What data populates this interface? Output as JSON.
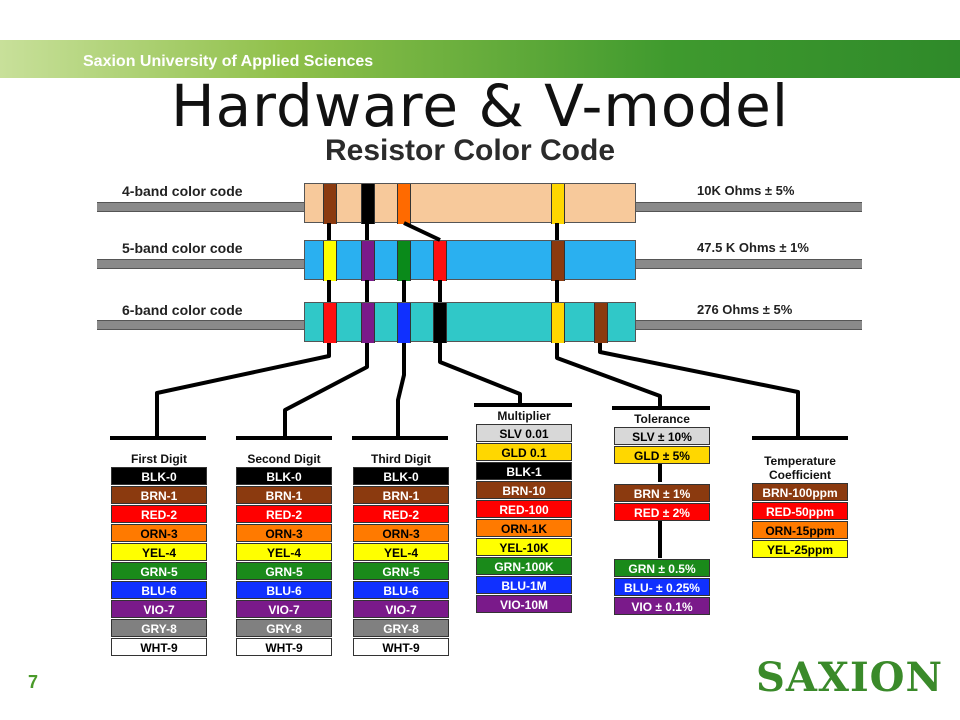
{
  "header": {
    "institution": "Saxion University of Applied Sciences",
    "title": "Hardware & V-model"
  },
  "diagram": {
    "title": "Resistor Color Code",
    "rows": [
      {
        "label": "4-band color code",
        "value": "10K Ohms ± 5%",
        "body_color": "#f7c99b",
        "bands": [
          {
            "color": "#8b3a0f"
          },
          {
            "color": "#000000"
          },
          {
            "color": "#ff6a00"
          },
          {
            "color": "#ffd700"
          }
        ]
      },
      {
        "label": "5-band color code",
        "value": "47.5 K Ohms ± 1%",
        "body_color": "#2ab0f0",
        "bands": [
          {
            "color": "#ffff00"
          },
          {
            "color": "#7a1a8a"
          },
          {
            "color": "#0a8a1a"
          },
          {
            "color": "#ff1010"
          },
          {
            "color": "#8b3a0f"
          }
        ]
      },
      {
        "label": "6-band color code",
        "value": "276 Ohms ± 5%",
        "body_color": "#30c8c8",
        "bands": [
          {
            "color": "#ff1010"
          },
          {
            "color": "#7a1a8a"
          },
          {
            "color": "#1030ff"
          },
          {
            "color": "#000000"
          },
          {
            "color": "#ffd700"
          },
          {
            "color": "#8b3a0f"
          }
        ]
      }
    ],
    "tables": [
      {
        "name": "first-digit",
        "head": "First Digit",
        "cells": [
          {
            "text": "BLK-0",
            "bg": "#000000",
            "fg": "#ffffff"
          },
          {
            "text": "BRN-1",
            "bg": "#8b3a0f",
            "fg": "#ffffff"
          },
          {
            "text": "RED-2",
            "bg": "#ff0000",
            "fg": "#ffffff"
          },
          {
            "text": "ORN-3",
            "bg": "#ff7a00",
            "fg": "#000000"
          },
          {
            "text": "YEL-4",
            "bg": "#ffff00",
            "fg": "#000000"
          },
          {
            "text": "GRN-5",
            "bg": "#1a8a1a",
            "fg": "#ffffff"
          },
          {
            "text": "BLU-6",
            "bg": "#1030ff",
            "fg": "#ffffff"
          },
          {
            "text": "VIO-7",
            "bg": "#7a1a8a",
            "fg": "#ffffff"
          },
          {
            "text": "GRY-8",
            "bg": "#808080",
            "fg": "#ffffff"
          },
          {
            "text": "WHT-9",
            "bg": "#ffffff",
            "fg": "#000000"
          }
        ]
      },
      {
        "name": "second-digit",
        "head": "Second Digit",
        "cells": [
          {
            "text": "BLK-0",
            "bg": "#000000",
            "fg": "#ffffff"
          },
          {
            "text": "BRN-1",
            "bg": "#8b3a0f",
            "fg": "#ffffff"
          },
          {
            "text": "RED-2",
            "bg": "#ff0000",
            "fg": "#ffffff"
          },
          {
            "text": "ORN-3",
            "bg": "#ff7a00",
            "fg": "#000000"
          },
          {
            "text": "YEL-4",
            "bg": "#ffff00",
            "fg": "#000000"
          },
          {
            "text": "GRN-5",
            "bg": "#1a8a1a",
            "fg": "#ffffff"
          },
          {
            "text": "BLU-6",
            "bg": "#1030ff",
            "fg": "#ffffff"
          },
          {
            "text": "VIO-7",
            "bg": "#7a1a8a",
            "fg": "#ffffff"
          },
          {
            "text": "GRY-8",
            "bg": "#808080",
            "fg": "#ffffff"
          },
          {
            "text": "WHT-9",
            "bg": "#ffffff",
            "fg": "#000000"
          }
        ]
      },
      {
        "name": "third-digit",
        "head": "Third Digit",
        "cells": [
          {
            "text": "BLK-0",
            "bg": "#000000",
            "fg": "#ffffff"
          },
          {
            "text": "BRN-1",
            "bg": "#8b3a0f",
            "fg": "#ffffff"
          },
          {
            "text": "RED-2",
            "bg": "#ff0000",
            "fg": "#ffffff"
          },
          {
            "text": "ORN-3",
            "bg": "#ff7a00",
            "fg": "#000000"
          },
          {
            "text": "YEL-4",
            "bg": "#ffff00",
            "fg": "#000000"
          },
          {
            "text": "GRN-5",
            "bg": "#1a8a1a",
            "fg": "#ffffff"
          },
          {
            "text": "BLU-6",
            "bg": "#1030ff",
            "fg": "#ffffff"
          },
          {
            "text": "VIO-7",
            "bg": "#7a1a8a",
            "fg": "#ffffff"
          },
          {
            "text": "GRY-8",
            "bg": "#808080",
            "fg": "#ffffff"
          },
          {
            "text": "WHT-9",
            "bg": "#ffffff",
            "fg": "#000000"
          }
        ]
      },
      {
        "name": "multiplier",
        "head": "Multiplier",
        "cells": [
          {
            "text": "SLV 0.01",
            "bg": "#d8d8d8",
            "fg": "#000000"
          },
          {
            "text": "GLD 0.1",
            "bg": "#ffd700",
            "fg": "#000000"
          },
          {
            "text": "BLK-1",
            "bg": "#000000",
            "fg": "#ffffff"
          },
          {
            "text": "BRN-10",
            "bg": "#8b3a0f",
            "fg": "#ffffff"
          },
          {
            "text": "RED-100",
            "bg": "#ff0000",
            "fg": "#ffffff"
          },
          {
            "text": "ORN-1K",
            "bg": "#ff7a00",
            "fg": "#000000"
          },
          {
            "text": "YEL-10K",
            "bg": "#ffff00",
            "fg": "#000000"
          },
          {
            "text": "GRN-100K",
            "bg": "#1a8a1a",
            "fg": "#ffffff"
          },
          {
            "text": "BLU-1M",
            "bg": "#1030ff",
            "fg": "#ffffff"
          },
          {
            "text": "VIO-10M",
            "bg": "#7a1a8a",
            "fg": "#ffffff"
          }
        ]
      },
      {
        "name": "tolerance",
        "head": "Tolerance",
        "groups": [
          [
            {
              "text": "SLV ± 10%",
              "bg": "#d8d8d8",
              "fg": "#000000"
            },
            {
              "text": "GLD ±  5%",
              "bg": "#ffd700",
              "fg": "#000000"
            }
          ],
          [
            {
              "text": "BRN ± 1%",
              "bg": "#8b3a0f",
              "fg": "#ffffff"
            },
            {
              "text": "RED ± 2%",
              "bg": "#ff0000",
              "fg": "#ffffff"
            }
          ],
          [
            {
              "text": "GRN ± 0.5%",
              "bg": "#1a8a1a",
              "fg": "#ffffff"
            },
            {
              "text": "BLU- ± 0.25%",
              "bg": "#1030ff",
              "fg": "#ffffff"
            },
            {
              "text": "VIO ± 0.1%",
              "bg": "#7a1a8a",
              "fg": "#ffffff"
            }
          ]
        ]
      },
      {
        "name": "temperature-coefficient",
        "head": "Temperature Coefficient",
        "cells": [
          {
            "text": "BRN-100ppm",
            "bg": "#8b3a0f",
            "fg": "#ffffff"
          },
          {
            "text": "RED-50ppm",
            "bg": "#ff0000",
            "fg": "#ffffff"
          },
          {
            "text": "ORN-15ppm",
            "bg": "#ff7a00",
            "fg": "#000000"
          },
          {
            "text": "YEL-25ppm",
            "bg": "#ffff00",
            "fg": "#000000"
          }
        ]
      }
    ]
  },
  "footer": {
    "page_number": "7",
    "logo_text": "SAXION"
  }
}
